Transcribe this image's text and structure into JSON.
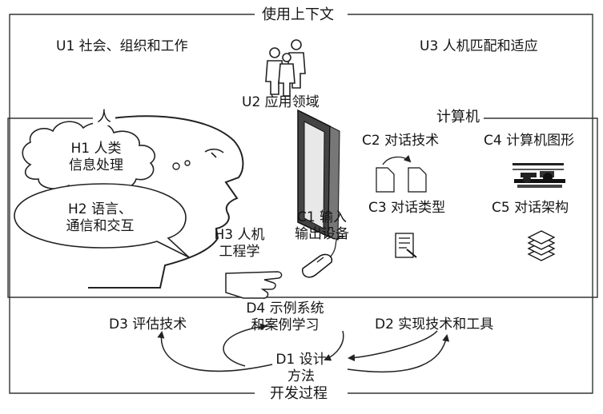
{
  "frame": {
    "top_title": "使用上下文",
    "bottom_title": "开发过程"
  },
  "use": {
    "u1": "U1 社会、组织和工作",
    "u2": "U2 应用领域",
    "u3": "U3 人机匹配和适应"
  },
  "human": {
    "title": "人",
    "h1": [
      "H1 人类",
      "信息处理"
    ],
    "h2": [
      "H2 语言、",
      "通信和交互"
    ],
    "h3": [
      "H3 人机",
      "工程学"
    ]
  },
  "computer": {
    "title": "计算机",
    "c1": [
      "C1 输入",
      "输出设备"
    ],
    "c2": "C2 对话技术",
    "c3": "C3 对话类型",
    "c4": "C4 计算机图形",
    "c5": "C5 对话架构"
  },
  "development": {
    "d1": [
      "D1 设计",
      "方法"
    ],
    "d2": "D2 实现技术和工具",
    "d3": "D3 评估技术",
    "d4": [
      "D4 示例系统",
      "和案例学习"
    ]
  }
}
